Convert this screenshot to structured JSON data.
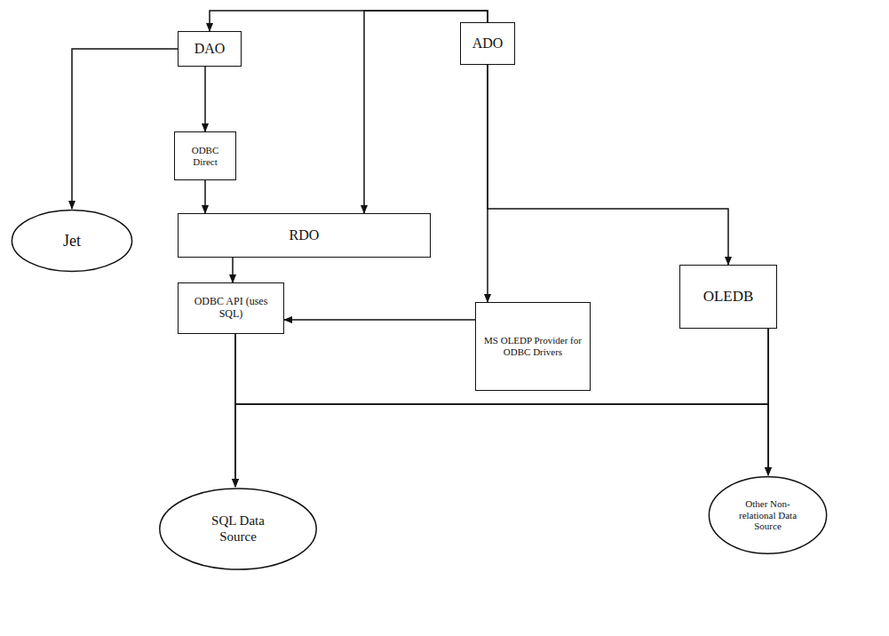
{
  "diagram": {
    "nodes": [
      {
        "text": [
          "DAO"
        ]
      },
      {
        "text": [
          "ADO"
        ]
      },
      {
        "text": [
          "Jet"
        ]
      },
      {
        "text": [
          "ODBC Direct"
        ]
      },
      {
        "text": [
          "RDO"
        ]
      },
      {
        "text": [
          "ODBC API (uses SQL)"
        ]
      },
      {
        "text": [
          "MS OLEDP Provider for ODBC Drivers"
        ]
      },
      {
        "text": [
          "OLEDB"
        ]
      },
      {
        "text": [
          "SQL Data Source"
        ]
      },
      {
        "text": [
          "Other Non-relational Data Source"
        ]
      }
    ],
    "edges": [
      {
        "from": 1,
        "to": 0,
        "arrow": "to"
      },
      {
        "from": 1,
        "to": 4,
        "arrow": "to"
      },
      {
        "from": 0,
        "to": 2,
        "arrow": "to"
      },
      {
        "from": 0,
        "to": 3,
        "arrow": "to"
      },
      {
        "from": 3,
        "to": 4,
        "arrow": "to"
      },
      {
        "from": 4,
        "to": 5,
        "arrow": "to"
      },
      {
        "from": 1,
        "to": 6,
        "arrow": "to"
      },
      {
        "from": 1,
        "to": 7,
        "arrow": "to"
      },
      {
        "from": 6,
        "to": 5,
        "arrow": "to"
      },
      {
        "from": 5,
        "to": 8,
        "arrow": "to"
      },
      {
        "from": 5,
        "to": 9,
        "arrow": "to"
      },
      {
        "from": 7,
        "to": 8,
        "arrow": "to"
      },
      {
        "from": 7,
        "to": 9,
        "arrow": "to"
      }
    ]
  }
}
